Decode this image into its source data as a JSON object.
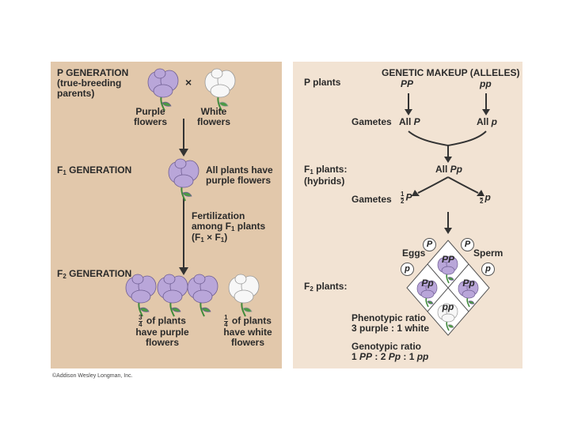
{
  "left": {
    "p_gen_title": "P GENERATION",
    "p_gen_sub1": "(true-breeding",
    "p_gen_sub2": "parents)",
    "cross": "×",
    "purple1": "Purple",
    "purple2": "flowers",
    "white1": "White",
    "white2": "flowers",
    "f1_f": "F",
    "f1_sub": "1",
    "f1_rest": " GENERATION",
    "f1_desc1": "All plants have",
    "f1_desc2": "purple flowers",
    "fert1": "Fertilization",
    "fert2_a": "among F",
    "fert2_sub": "1",
    "fert2_b": " plants",
    "fert3_a": "(F",
    "fert3_s1": "1",
    "fert3_b": " × F",
    "fert3_s2": "1",
    "fert3_c": ")",
    "f2_f": "F",
    "f2_sub": "2",
    "f2_rest": " GENERATION",
    "ratio_left_num": "3",
    "ratio_left_den": "4",
    "ratio_left1": " of plants",
    "ratio_left2": "have purple",
    "ratio_left3": "flowers",
    "ratio_right_num": "1",
    "ratio_right_den": "4",
    "ratio_right1": " of plants",
    "ratio_right2": "have white",
    "ratio_right3": "flowers"
  },
  "right": {
    "header": "GENETIC MAKEUP (ALLELES)",
    "p_plants": "P plants",
    "PP": "PP",
    "pp": "pp",
    "gametes1": "Gametes",
    "all_P": "All ",
    "P": "P",
    "all_p": "All ",
    "p": "p",
    "f1_a": "F",
    "f1_sub": "1",
    "f1_b": " plants:",
    "hybrids": "(hybrids)",
    "all_Pp": "All ",
    "Pp": "Pp",
    "gametes2": "Gametes",
    "half_num": "1",
    "half_den": "2",
    "eggs": "Eggs",
    "sperm": "Sperm",
    "f2_a": "F",
    "f2_sub": "2",
    "f2_b": " plants:",
    "cell_top": "PP",
    "cell_left": "Pp",
    "cell_right": "Pp",
    "cell_bottom": "pp",
    "pheno1": "Phenotypic ratio",
    "pheno2": "3 purple : 1 white",
    "geno1": "Genotypic ratio",
    "geno2_a": "1 ",
    "geno2_PP": "PP",
    "geno2_b": " : 2 ",
    "geno2_Pp": "Pp",
    "geno2_c": " : 1 ",
    "geno2_pp": "pp"
  },
  "copyright": "©Addison Wesley Longman, Inc.",
  "colors": {
    "left_bg": "#e2c8ab",
    "right_bg": "#f2e3d3",
    "purple": "#b9a6d9",
    "white_flower": "#f7f7f7",
    "stem": "#3f8a3a"
  }
}
